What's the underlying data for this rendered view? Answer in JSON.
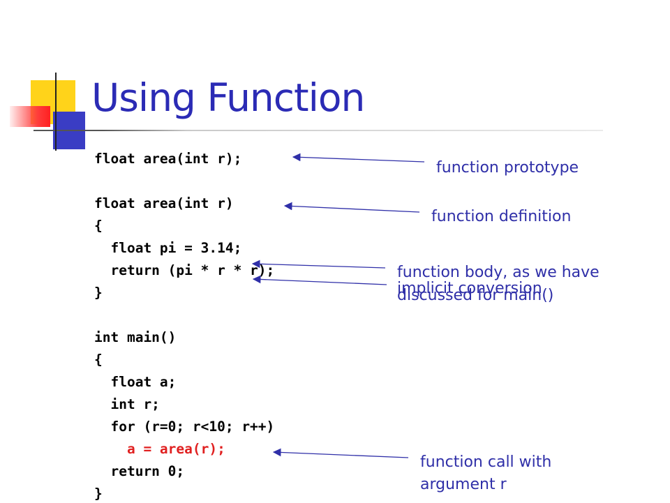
{
  "slide": {
    "title": "Using Function",
    "code_lines": [
      "float area(int r);",
      "float area(int r)",
      "{",
      "  float pi = 3.14;",
      "  return (pi * r * r);",
      "}",
      "int main()",
      "{",
      "  float a;",
      "  int r;",
      "  for (r=0; r<10; r++)",
      "    a = area(r);",
      "  return 0;",
      "}"
    ],
    "annotations": {
      "prototype": "function prototype",
      "definition": "function definition",
      "body_line1": "function body, as we have",
      "body_line2": "discussed for main()",
      "implicit": "implicit conversion",
      "call_line1": "function call with",
      "call_line2": "argument r"
    },
    "colors": {
      "title": "#2b2bb5",
      "annotation": "#2f2fa8",
      "highlight_code": "#e02020",
      "accent_yellow": "#ffd31a",
      "accent_blue": "#3a3dc4",
      "accent_red": "#ff2020"
    }
  }
}
